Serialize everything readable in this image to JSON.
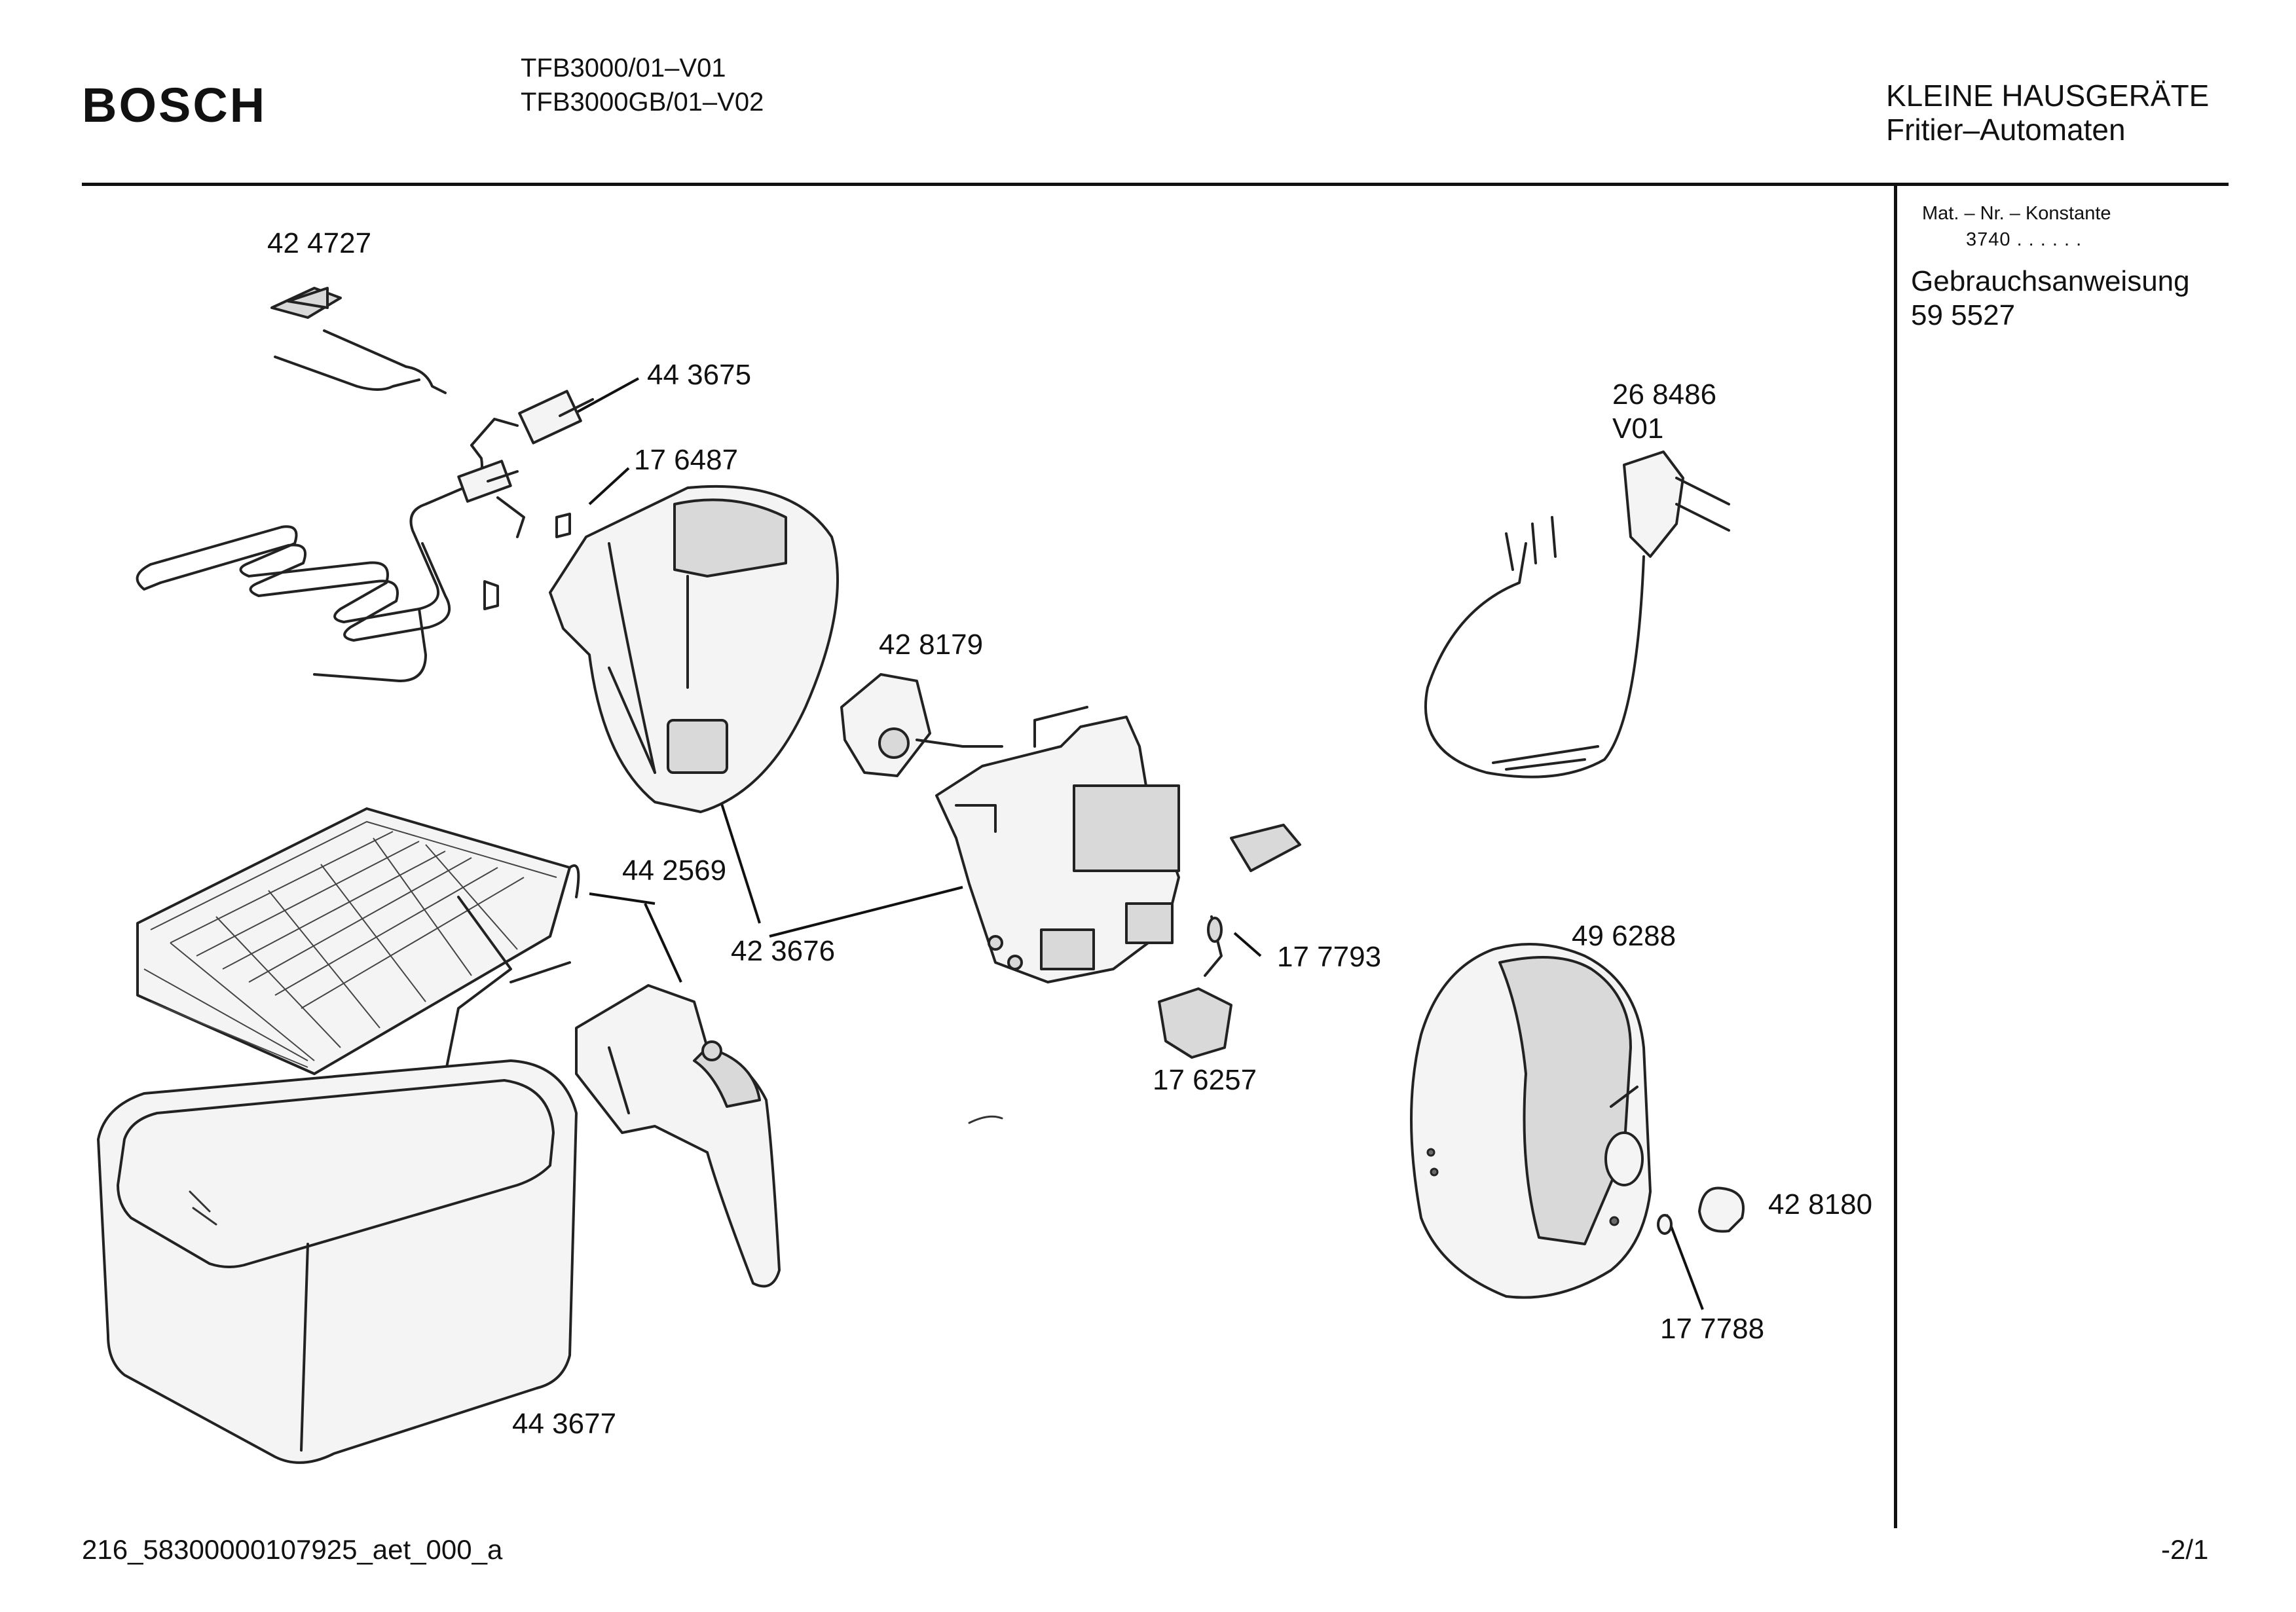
{
  "header": {
    "brand": "BOSCH",
    "models": [
      "TFB3000/01–V01",
      "TFB3000GB/01–V02"
    ],
    "category_title": "KLEINE HAUSGERÄTE",
    "category_subtitle": "Fritier–Automaten"
  },
  "sidebar": {
    "mat_label": "Mat. – Nr. – Konstante",
    "mat_value": "3740  .   .    .  .  .  .",
    "manual_label": "Gebrauchsanweisung",
    "manual_number": "59 5527"
  },
  "parts": {
    "p424727": "42 4727",
    "p443675": "44 3675",
    "p176487": "17 6487",
    "p268486": "26 8486",
    "p268486_variant": "V01",
    "p428179": "42 8179",
    "p442569": "44 2569",
    "p423676": "42 3676",
    "p177793": "17 7793",
    "p496288": "49 6288",
    "p176257": "17 6257",
    "p428180": "42 8180",
    "p177788": "17 7788",
    "p443677": "44 3677"
  },
  "footer": {
    "document_id": "216_58300000107925_aet_000_a",
    "page": "-2/1"
  }
}
